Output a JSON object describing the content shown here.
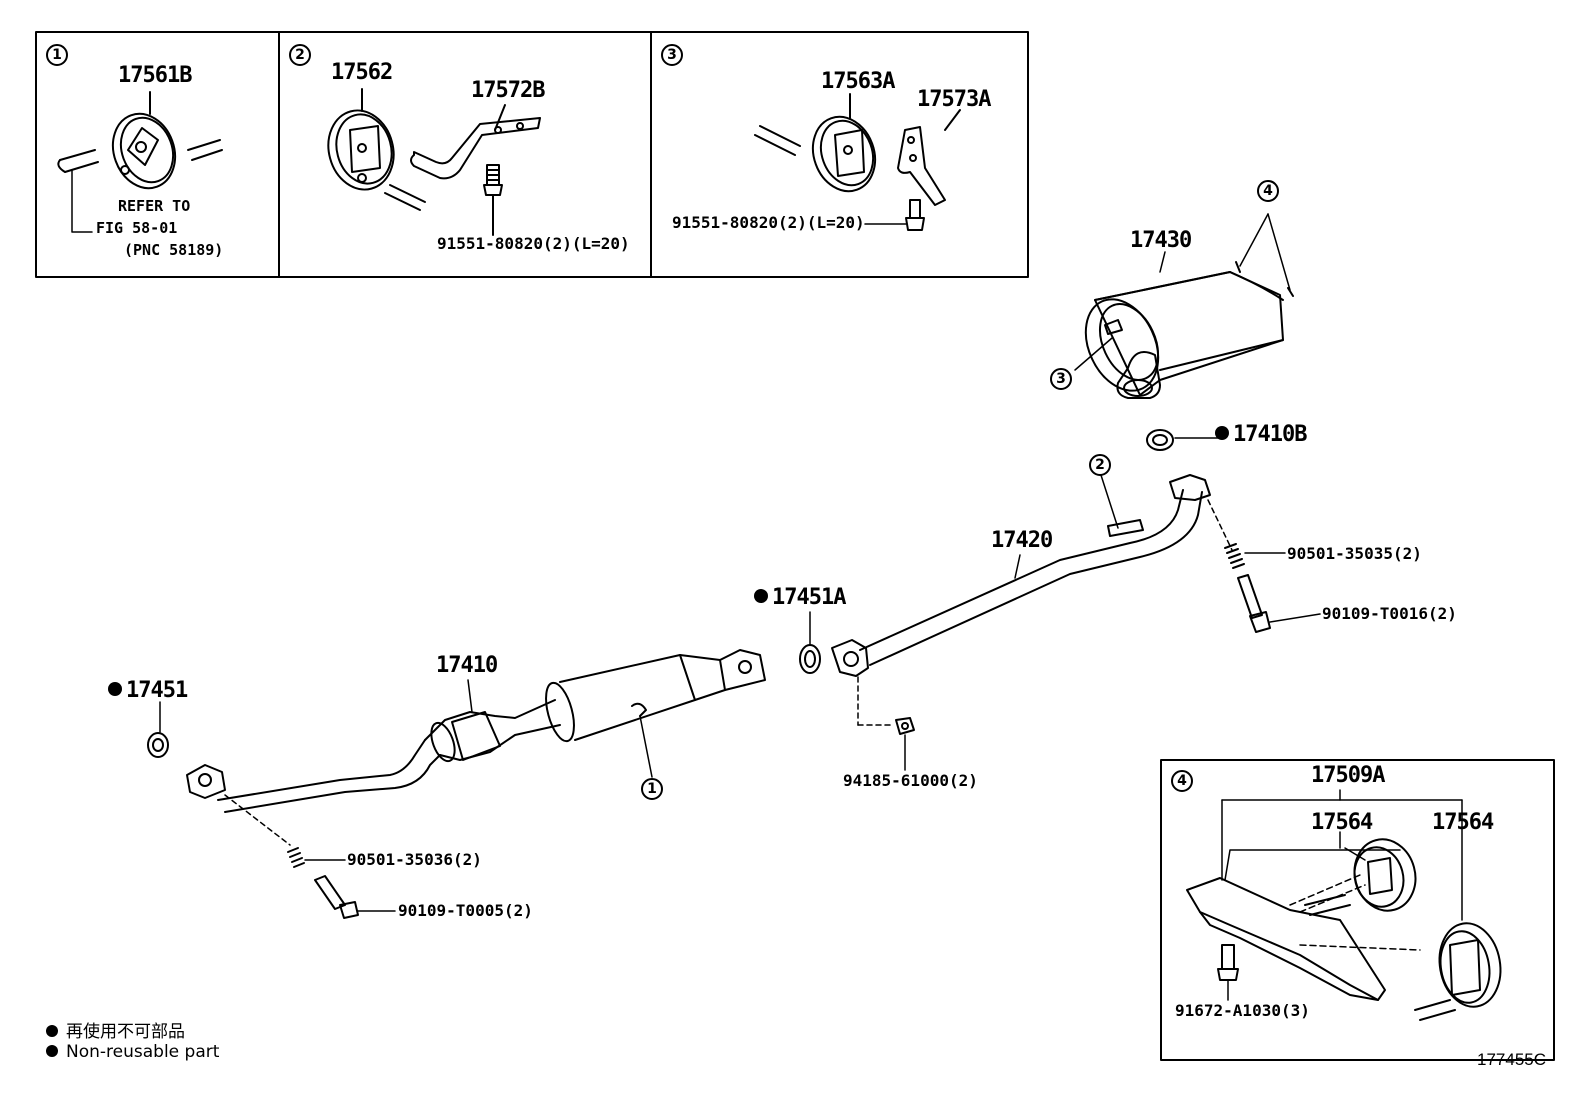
{
  "callouts": {
    "c1": "1",
    "c2": "2",
    "c3": "3",
    "c4": "4"
  },
  "inset1": {
    "part": "17561B",
    "refer": "REFER TO",
    "fig": "FIG 58-01",
    "pnc": "(PNC 58189)"
  },
  "inset2": {
    "part_a": "17562",
    "part_b": "17572B",
    "bolt": "91551-80820(2)(L=20)"
  },
  "inset3": {
    "part_a": "17563A",
    "part_b": "17573A",
    "bolt": "91551-80820(2)(L=20)"
  },
  "inset4": {
    "part_a": "17509A",
    "part_b": "17564",
    "part_c": "17564",
    "bolt": "91672-A1030(3)"
  },
  "main": {
    "muffler": "17430",
    "gasket_rear": "17410B",
    "center_pipe": "17420",
    "gasket_mid": "17451A",
    "spring_rear": "90501-35035(2)",
    "bolt_rear": "90109-T0016(2)",
    "nut_mid": "94185-61000(2)",
    "front_pipe": "17410",
    "gasket_front": "17451",
    "spring_front": "90501-35036(2)",
    "bolt_front": "90109-T0005(2)"
  },
  "legend": {
    "line_jp": "再使用不可部品",
    "line_en": "Non-reusable part"
  },
  "figure_id": "177455C"
}
